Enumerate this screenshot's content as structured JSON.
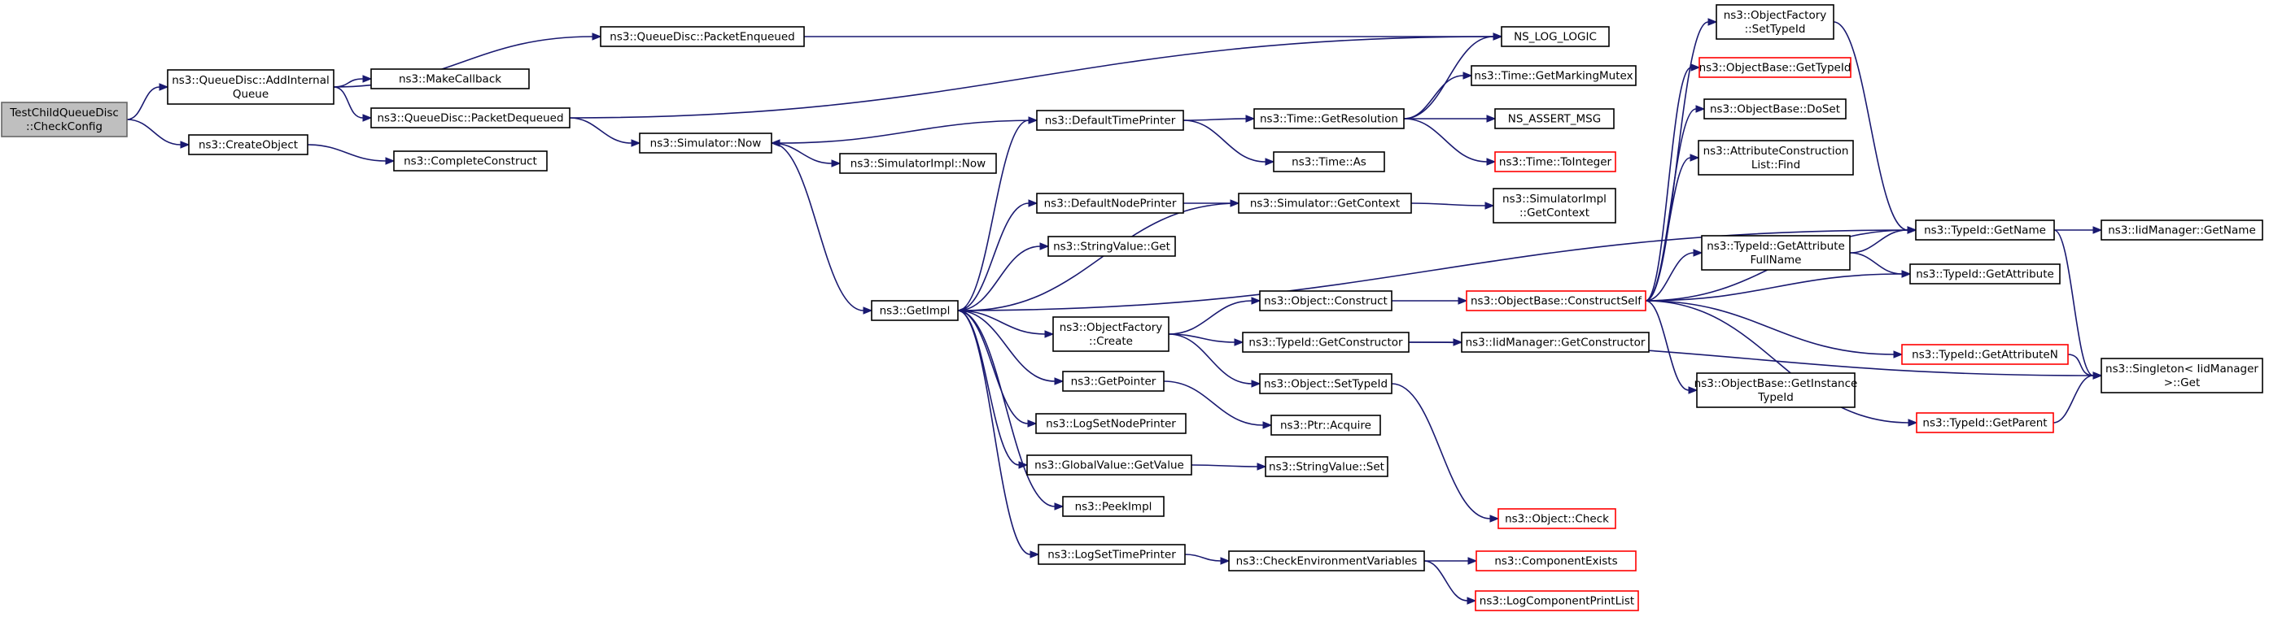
{
  "diagram": {
    "nodes": [
      {
        "id": "root",
        "lines": [
          "TestChildQueueDisc",
          "::CheckConfig"
        ],
        "style": "root"
      },
      {
        "id": "addint",
        "lines": [
          "ns3::QueueDisc::AddInternal",
          "Queue"
        ],
        "style": "normal"
      },
      {
        "id": "createobj",
        "lines": [
          "ns3::CreateObject"
        ],
        "style": "normal"
      },
      {
        "id": "enq",
        "lines": [
          "ns3::QueueDisc::PacketEnqueued"
        ],
        "style": "normal"
      },
      {
        "id": "makecb",
        "lines": [
          "ns3::MakeCallback"
        ],
        "style": "normal"
      },
      {
        "id": "deq",
        "lines": [
          "ns3::QueueDisc::PacketDequeued"
        ],
        "style": "normal"
      },
      {
        "id": "cc",
        "lines": [
          "ns3::CompleteConstruct"
        ],
        "style": "normal"
      },
      {
        "id": "nslog",
        "lines": [
          "NS_LOG_LOGIC"
        ],
        "style": "normal"
      },
      {
        "id": "simnow",
        "lines": [
          "ns3::Simulator::Now"
        ],
        "style": "normal"
      },
      {
        "id": "simimplnow",
        "lines": [
          "ns3::SimulatorImpl::Now"
        ],
        "style": "normal"
      },
      {
        "id": "getimpl",
        "lines": [
          "ns3::GetImpl"
        ],
        "style": "normal"
      },
      {
        "id": "deftp",
        "lines": [
          "ns3::DefaultTimePrinter"
        ],
        "style": "normal"
      },
      {
        "id": "defnp",
        "lines": [
          "ns3::DefaultNodePrinter"
        ],
        "style": "normal"
      },
      {
        "id": "strget",
        "lines": [
          "ns3::StringValue::Get"
        ],
        "style": "normal"
      },
      {
        "id": "ofcreate",
        "lines": [
          "ns3::ObjectFactory",
          "::Create"
        ],
        "style": "normal"
      },
      {
        "id": "getptr",
        "lines": [
          "ns3::GetPointer"
        ],
        "style": "normal"
      },
      {
        "id": "lsnp",
        "lines": [
          "ns3::LogSetNodePrinter"
        ],
        "style": "normal"
      },
      {
        "id": "gvget",
        "lines": [
          "ns3::GlobalValue::GetValue"
        ],
        "style": "normal"
      },
      {
        "id": "peek",
        "lines": [
          "ns3::PeekImpl"
        ],
        "style": "normal"
      },
      {
        "id": "lstp",
        "lines": [
          "ns3::LogSetTimePrinter"
        ],
        "style": "normal"
      },
      {
        "id": "getres",
        "lines": [
          "ns3::Time::GetResolution"
        ],
        "style": "normal"
      },
      {
        "id": "timeas",
        "lines": [
          "ns3::Time::As"
        ],
        "style": "normal"
      },
      {
        "id": "simctx",
        "lines": [
          "ns3::Simulator::GetContext"
        ],
        "style": "normal"
      },
      {
        "id": "objconstruct",
        "lines": [
          "ns3::Object::Construct"
        ],
        "style": "normal"
      },
      {
        "id": "tidgetctor",
        "lines": [
          "ns3::TypeId::GetConstructor"
        ],
        "style": "normal"
      },
      {
        "id": "objsettid",
        "lines": [
          "ns3::Object::SetTypeId"
        ],
        "style": "normal"
      },
      {
        "id": "ptracq",
        "lines": [
          "ns3::Ptr::Acquire"
        ],
        "style": "normal"
      },
      {
        "id": "strset",
        "lines": [
          "ns3::StringValue::Set"
        ],
        "style": "normal"
      },
      {
        "id": "checkenv",
        "lines": [
          "ns3::CheckEnvironmentVariables"
        ],
        "style": "normal"
      },
      {
        "id": "markmutex",
        "lines": [
          "ns3::Time::GetMarkingMutex"
        ],
        "style": "normal"
      },
      {
        "id": "assertmsg",
        "lines": [
          "NS_ASSERT_MSG"
        ],
        "style": "normal"
      },
      {
        "id": "toint",
        "lines": [
          "ns3::Time::ToInteger"
        ],
        "style": "partial"
      },
      {
        "id": "siigetctx",
        "lines": [
          "ns3::SimulatorImpl",
          "::GetContext"
        ],
        "style": "normal"
      },
      {
        "id": "constructself",
        "lines": [
          "ns3::ObjectBase::ConstructSelf"
        ],
        "style": "partial"
      },
      {
        "id": "iidgetctor",
        "lines": [
          "ns3::IidManager::GetConstructor"
        ],
        "style": "normal"
      },
      {
        "id": "objcheck",
        "lines": [
          "ns3::Object::Check"
        ],
        "style": "partial"
      },
      {
        "id": "compexists",
        "lines": [
          "ns3::ComponentExists"
        ],
        "style": "partial"
      },
      {
        "id": "lcpl",
        "lines": [
          "ns3::LogComponentPrintList"
        ],
        "style": "partial"
      },
      {
        "id": "ofsettid",
        "lines": [
          "ns3::ObjectFactory",
          "::SetTypeId"
        ],
        "style": "normal"
      },
      {
        "id": "obgettid",
        "lines": [
          "ns3::ObjectBase::GetTypeId"
        ],
        "style": "partial"
      },
      {
        "id": "obdoset",
        "lines": [
          "ns3::ObjectBase::DoSet"
        ],
        "style": "normal"
      },
      {
        "id": "acfind",
        "lines": [
          "ns3::AttributeConstruction",
          "List::Find"
        ],
        "style": "normal"
      },
      {
        "id": "tidgafn",
        "lines": [
          "ns3::TypeId::GetAttribute",
          "FullName"
        ],
        "style": "normal"
      },
      {
        "id": "obgit",
        "lines": [
          "ns3::ObjectBase::GetInstance",
          "TypeId"
        ],
        "style": "normal"
      },
      {
        "id": "tidgetname",
        "lines": [
          "ns3::TypeId::GetName"
        ],
        "style": "normal"
      },
      {
        "id": "tidgetattr",
        "lines": [
          "ns3::TypeId::GetAttribute"
        ],
        "style": "normal"
      },
      {
        "id": "tidgetattrn",
        "lines": [
          "ns3::TypeId::GetAttributeN"
        ],
        "style": "partial"
      },
      {
        "id": "tidgetparent",
        "lines": [
          "ns3::TypeId::GetParent"
        ],
        "style": "partial"
      },
      {
        "id": "iidgetname",
        "lines": [
          "ns3::IidManager::GetName"
        ],
        "style": "normal"
      },
      {
        "id": "singleton",
        "lines": [
          "ns3::Singleton< IidManager",
          ">::Get"
        ],
        "style": "normal"
      }
    ],
    "edges": [
      [
        "root",
        "addint"
      ],
      [
        "root",
        "createobj"
      ],
      [
        "addint",
        "enq"
      ],
      [
        "addint",
        "makecb"
      ],
      [
        "addint",
        "deq"
      ],
      [
        "createobj",
        "cc"
      ],
      [
        "enq",
        "nslog"
      ],
      [
        "deq",
        "nslog"
      ],
      [
        "deq",
        "simnow"
      ],
      [
        "simnow",
        "simimplnow"
      ],
      [
        "simnow",
        "getimpl"
      ],
      [
        "deftp",
        "simnow"
      ],
      [
        "deftp",
        "getres"
      ],
      [
        "deftp",
        "timeas"
      ],
      [
        "getimpl",
        "deftp"
      ],
      [
        "getimpl",
        "defnp"
      ],
      [
        "getimpl",
        "strget"
      ],
      [
        "getimpl",
        "ofcreate"
      ],
      [
        "getimpl",
        "getptr"
      ],
      [
        "getimpl",
        "lsnp"
      ],
      [
        "getimpl",
        "gvget"
      ],
      [
        "getimpl",
        "peek"
      ],
      [
        "getimpl",
        "lstp"
      ],
      [
        "getimpl",
        "tidgetname"
      ],
      [
        "simctx",
        "getimpl"
      ],
      [
        "defnp",
        "simctx"
      ],
      [
        "simctx",
        "siigetctx"
      ],
      [
        "getres",
        "nslog"
      ],
      [
        "getres",
        "markmutex"
      ],
      [
        "getres",
        "assertmsg"
      ],
      [
        "getres",
        "toint"
      ],
      [
        "ofcreate",
        "objconstruct"
      ],
      [
        "ofcreate",
        "tidgetctor"
      ],
      [
        "ofcreate",
        "objsettid"
      ],
      [
        "getptr",
        "ptracq"
      ],
      [
        "gvget",
        "strset"
      ],
      [
        "lstp",
        "checkenv"
      ],
      [
        "objconstruct",
        "constructself"
      ],
      [
        "tidgetctor",
        "iidgetctor"
      ],
      [
        "tidgetctor",
        "singleton"
      ],
      [
        "objsettid",
        "objcheck"
      ],
      [
        "checkenv",
        "compexists"
      ],
      [
        "checkenv",
        "lcpl"
      ],
      [
        "constructself",
        "ofsettid"
      ],
      [
        "constructself",
        "obgettid"
      ],
      [
        "constructself",
        "obdoset"
      ],
      [
        "constructself",
        "acfind"
      ],
      [
        "constructself",
        "tidgafn"
      ],
      [
        "constructself",
        "tidgetname"
      ],
      [
        "constructself",
        "tidgetattr"
      ],
      [
        "constructself",
        "tidgetattrn"
      ],
      [
        "constructself",
        "tidgetparent"
      ],
      [
        "constructself",
        "obgit"
      ],
      [
        "ofsettid",
        "tidgetname"
      ],
      [
        "tidgafn",
        "tidgetname"
      ],
      [
        "tidgafn",
        "tidgetattr"
      ],
      [
        "tidgetname",
        "iidgetname"
      ],
      [
        "tidgetname",
        "singleton"
      ],
      [
        "tidgetattrn",
        "singleton"
      ],
      [
        "tidgetparent",
        "singleton"
      ]
    ]
  }
}
